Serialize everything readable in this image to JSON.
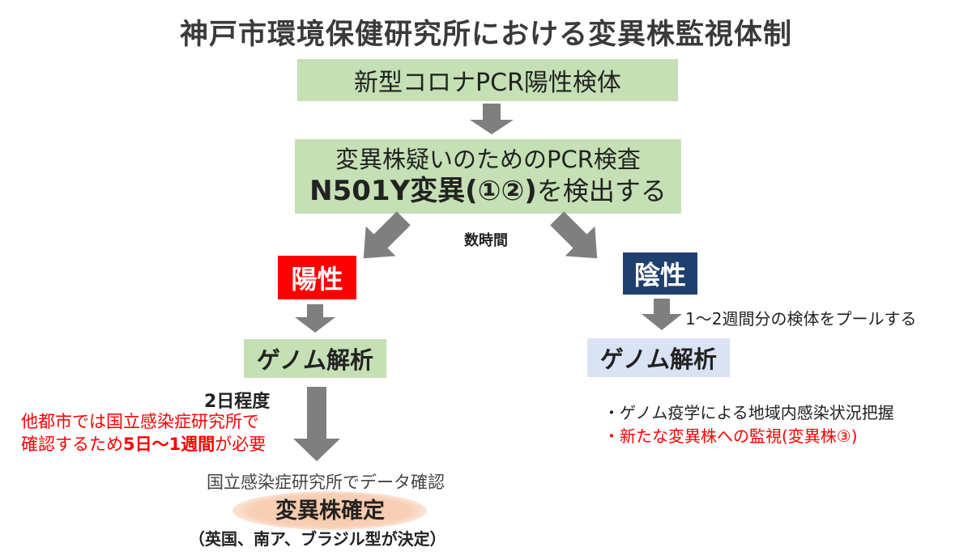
{
  "title": "神戸市環境保健研究所における変異株監視体制",
  "box1": "新型コロナPCR陽性検体",
  "box2": {
    "line1": "変異株疑いのためのPCR検査",
    "line2_bold": "N501Y変異(①②)",
    "line2_rest": "を検出する"
  },
  "hours_label": "数時間",
  "positive": {
    "label": "陽性",
    "genome": "ゲノム解析",
    "duration": "2日程度",
    "other_city_line1": "他都市では国立感染症研究所で",
    "other_city_line2_pre": "確認するため",
    "other_city_line2_bold": "5日〜1週間",
    "other_city_line2_post": "が必要",
    "niid_check": "国立感染症研究所でデータ確認",
    "confirmed": "変異株確定",
    "decided": "（英国、南ア、ブラジル型が決定）"
  },
  "negative": {
    "label": "陰性",
    "pool_note": "1〜2週間分の検体をプールする",
    "genome": "ゲノム解析",
    "bullets": [
      "・ゲノム疫学による地域内感染状況把握",
      "・新たな変異株への監視(変異株③)"
    ]
  },
  "colors": {
    "green_box": "#c5e0b4",
    "blue_box": "#dae3f3",
    "positive": "#ff0000",
    "negative": "#1f3f6e",
    "arrow": "#7f7f7f"
  }
}
